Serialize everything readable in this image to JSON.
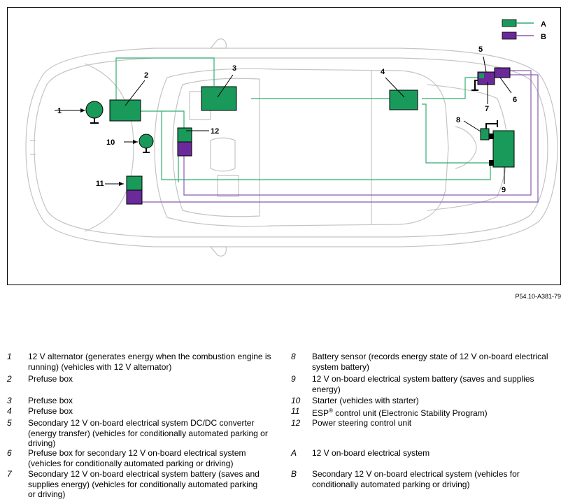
{
  "figure_code": "P54.10-A381-79",
  "diagram": {
    "legend": [
      {
        "key": "A",
        "color": "#1a9a5a",
        "line_color": "#2fae72"
      },
      {
        "key": "B",
        "color": "#6a2a9a",
        "line_color": "#8a5ab0"
      }
    ],
    "callouts": [
      "1",
      "2",
      "3",
      "4",
      "5",
      "6",
      "7",
      "8",
      "9",
      "10",
      "11",
      "12"
    ]
  },
  "legend_left": [
    {
      "num": "1",
      "text": "12 V alternator (generates energy when the combustion engine is running) (vehicles with 12 V alternator)"
    },
    {
      "num": "2",
      "text": "Prefuse box"
    },
    {
      "num": "3",
      "text": "Prefuse box"
    },
    {
      "num": "4",
      "text": "Prefuse box"
    },
    {
      "num": "5",
      "text": "Secondary 12 V on-board electrical system DC/DC converter (energy transfer) (vehicles for conditionally automated parking or driving)"
    },
    {
      "num": "6",
      "text": "Prefuse box for secondary 12 V on-board electrical system (vehicles for conditionally automated parking or driving)"
    },
    {
      "num": "7",
      "text": "Secondary 12 V on-board electrical system battery (saves and supplies energy) (vehicles for conditionally automated parking or driving)"
    }
  ],
  "legend_right": [
    {
      "num": "8",
      "text": "Battery sensor (records energy state of 12 V on-board electrical system battery)"
    },
    {
      "num": "9",
      "text": "12 V on-board electrical system battery (saves and supplies energy)"
    },
    {
      "num": "10",
      "text": "Starter (vehicles with starter)"
    },
    {
      "num": "11",
      "text_before": "ESP",
      "sup": "®",
      "text_after": " control unit (Electronic Stability Program)"
    },
    {
      "num": "12",
      "text": "Power steering control unit"
    },
    {
      "num": "A",
      "text": "12 V on-board electrical system"
    },
    {
      "num": "B",
      "text": "Secondary 12 V on-board electrical system (vehicles for conditionally automated parking or driving)"
    }
  ]
}
